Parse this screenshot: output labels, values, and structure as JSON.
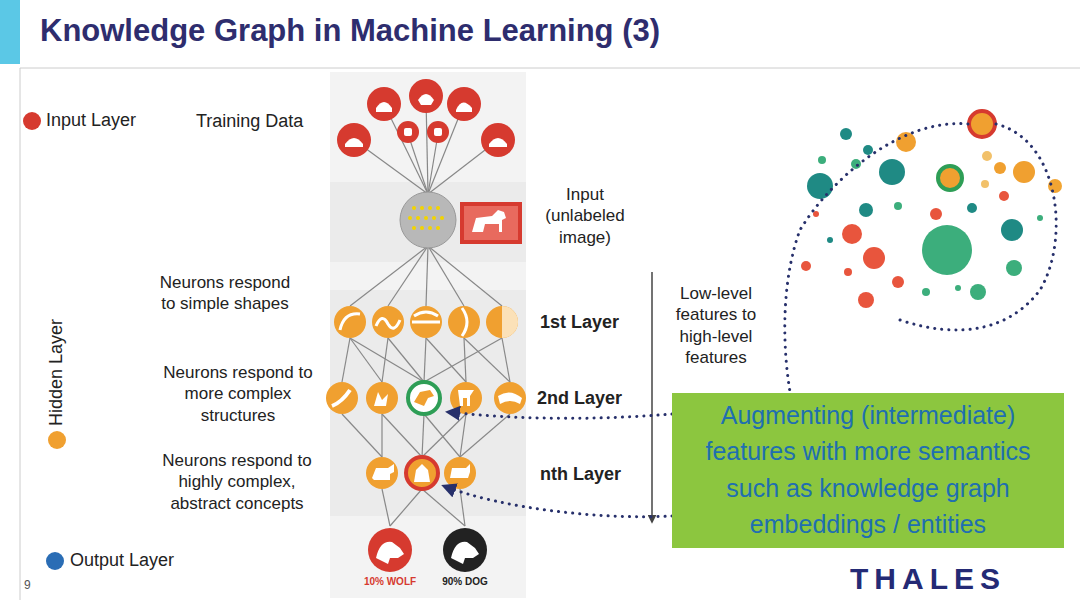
{
  "diagram": {
    "title": "Knowledge Graph in Machine Learning (3)",
    "nodes": [
      {
        "text": [
          "Augmenting (intermediate) features with more semantics such as knowledge graph embeddings / entities"
        ]
      },
      {
        "text": [
          "10% WOLF"
        ]
      },
      {
        "text": [
          "90% DOG"
        ]
      }
    ],
    "labels": [
      "Training Data",
      "Input (unlabeled image)",
      "Neurons respond to simple shapes",
      "1st Layer",
      "Neurons respond to more complex structures",
      "2nd Layer",
      "Neurons respond to highly complex, abstract concepts",
      "nth Layer",
      "Low-level features to high-level features",
      "THALES",
      "9"
    ],
    "legend": [
      {
        "text": "Input Layer",
        "color": "#d63a2f"
      },
      {
        "text": "Hidden Layer",
        "color": "#f0a030"
      },
      {
        "text": "Output Layer",
        "color": "#2a6db5"
      }
    ]
  }
}
